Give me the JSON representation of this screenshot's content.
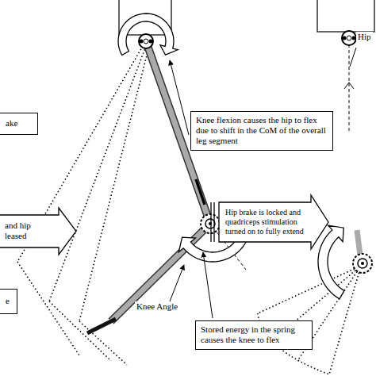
{
  "diagram": {
    "nodes": [
      {
        "text": [
          "ake"
        ]
      },
      {
        "text": [
          "and hip leased"
        ]
      },
      {
        "text": [
          "e"
        ]
      },
      {
        "text": [
          "Knee flexion causes the hip to flex due to shift in the CoM of the overall leg segment"
        ]
      },
      {
        "text": [
          "Stored energy in the spring causes the knee to flex"
        ]
      },
      {
        "text": [
          "Hip brake is locked and quadriceps stimulation turned on to fully extend"
        ]
      }
    ],
    "labels": [
      "Knee Angle",
      "Hip"
    ]
  }
}
